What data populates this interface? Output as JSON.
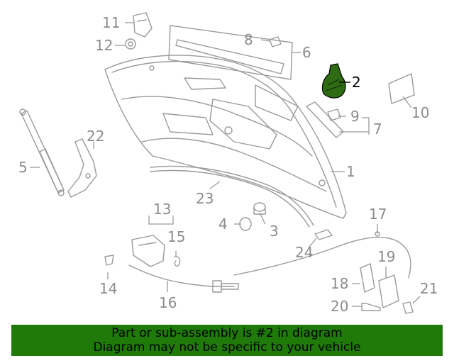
{
  "callouts": {
    "c1": "1",
    "c2": "2",
    "c3": "3",
    "c4": "4",
    "c5": "5",
    "c6": "6",
    "c7": "7",
    "c8": "8",
    "c9": "9",
    "c10": "10",
    "c11": "11",
    "c12": "12",
    "c13": "13",
    "c14": "14",
    "c15": "15",
    "c16": "16",
    "c17": "17",
    "c18": "18",
    "c19": "19",
    "c20": "20",
    "c21": "21",
    "c22": "22",
    "c23": "23",
    "c24": "24"
  },
  "highlight_color": "#2e6b12",
  "banner": {
    "line1": "Part or sub-assembly is #2 in diagram",
    "line2": "Diagram may not be specific to your vehicle",
    "background": "#1f7a0a"
  }
}
